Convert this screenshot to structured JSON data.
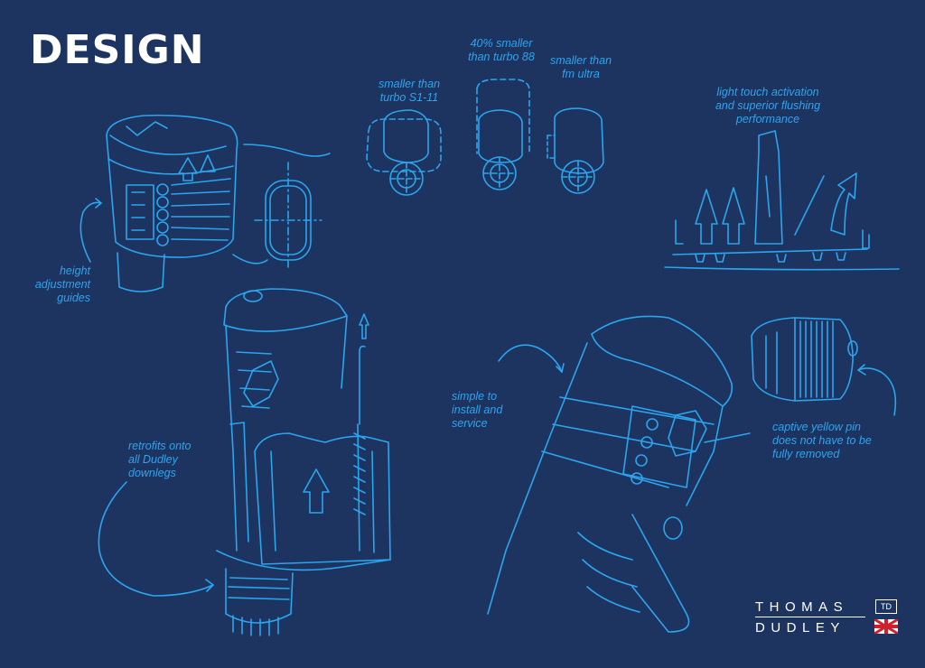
{
  "title": "DESIGN",
  "annotations": {
    "height_guides": "height\nadjustment\nguides",
    "smaller_s1": "smaller than\nturbo S1-11",
    "smaller_40": "40% smaller\nthan turbo 88",
    "smaller_fm": "smaller than\nfm ultra",
    "light_touch": "light touch activation\nand superior flushing\nperformance",
    "retrofits": "retrofits onto\nall Dudley\ndownlegs",
    "simple_install": "simple to\ninstall and\nservice",
    "captive_pin": "captive yellow pin\ndoes not have to be\nfully removed"
  },
  "logo": {
    "line1": "THOMAS",
    "line2": "DUDLEY",
    "badge": "TD",
    "flag_icon": "union-jack-flag-icon"
  },
  "colors": {
    "background": "#1d3461",
    "sketch_line": "#2aa5ee",
    "title": "#ffffff"
  }
}
